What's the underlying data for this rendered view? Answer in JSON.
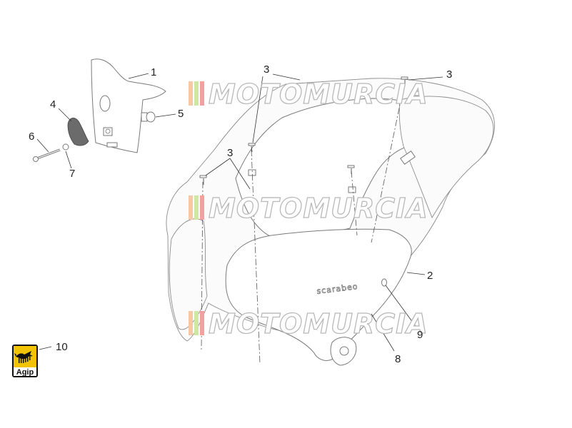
{
  "diagram": {
    "watermark_text": "MOTOMURCIA",
    "brand_on_panel": "scarabeo",
    "logo": {
      "text": "Agip",
      "icon": "six-legged-dog-icon",
      "color_yellow": "#f2c300",
      "color_black": "#111111"
    },
    "callouts": [
      {
        "id": "c1",
        "label": "1"
      },
      {
        "id": "c2",
        "label": "2"
      },
      {
        "id": "c3a",
        "label": "3"
      },
      {
        "id": "c3b",
        "label": "3"
      },
      {
        "id": "c3c",
        "label": "3"
      },
      {
        "id": "c4",
        "label": "4"
      },
      {
        "id": "c5",
        "label": "5"
      },
      {
        "id": "c6",
        "label": "6"
      },
      {
        "id": "c7",
        "label": "7"
      },
      {
        "id": "c8",
        "label": "8"
      },
      {
        "id": "c9",
        "label": "9"
      },
      {
        "id": "c10",
        "label": "10"
      }
    ]
  }
}
